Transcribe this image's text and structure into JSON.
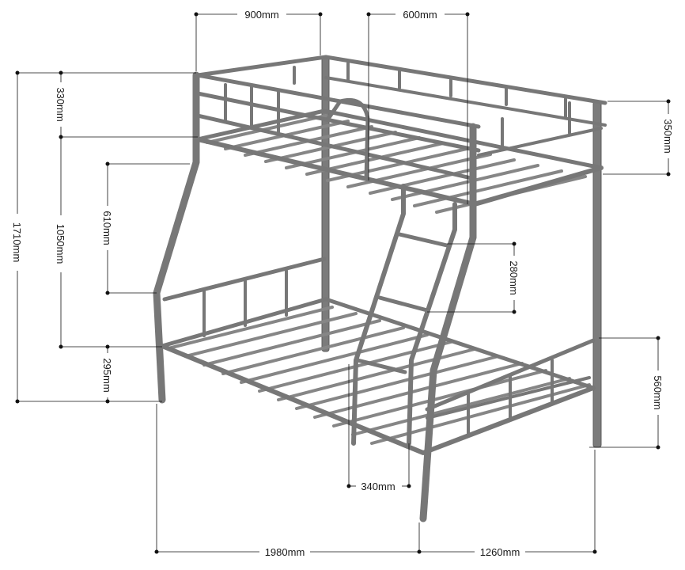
{
  "colors": {
    "frame": "#7b7b7b",
    "dimension_line": "#111111",
    "background": "#ffffff"
  },
  "dimensions": {
    "top_width": "900mm",
    "ladder_offset": "600mm",
    "upper_rail_height": "330mm",
    "upper_rail_height_right": "350mm",
    "total_height": "1710mm",
    "upper_deck_height": "1050mm",
    "lower_to_upper_gap": "610mm",
    "ladder_step": "280mm",
    "lower_deck_height": "295mm",
    "lower_rail_height": "560mm",
    "ladder_width": "340mm",
    "length": "1980mm",
    "bottom_width": "1260mm"
  }
}
